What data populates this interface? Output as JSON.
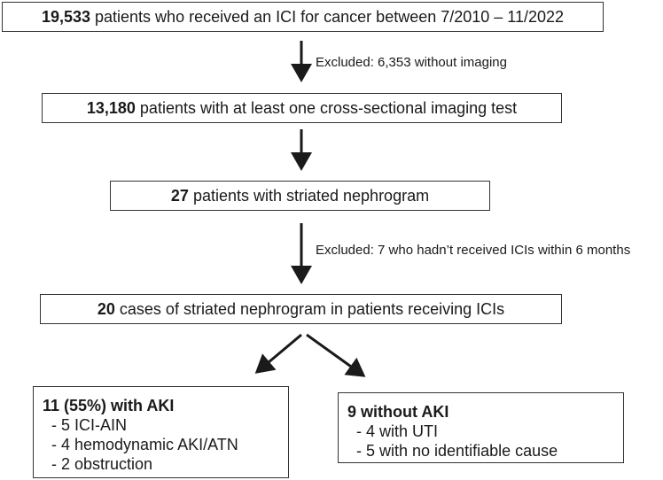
{
  "steps": [
    {
      "count": "19,533",
      "text": " patients who received an ICI for cancer between 7/2010 – 11/2022"
    },
    {
      "count": "13,180",
      "text": " patients with at least one cross-sectional imaging test"
    },
    {
      "count": "27",
      "text": " patients with striated nephrogram"
    },
    {
      "count": "20",
      "text": " cases of striated nephrogram in patients receiving ICIs"
    }
  ],
  "exclusions": [
    {
      "text": "Excluded: 6,353 without imaging"
    },
    {
      "text": "Excluded: 7 who hadn’t received ICIs within 6 months"
    }
  ],
  "outcomes": [
    {
      "title": "11 (55%) with AKI",
      "items": [
        "- 5 ICI-AIN",
        "- 4 hemodynamic AKI/ATN",
        "- 2 obstruction"
      ]
    },
    {
      "title": "9 without AKI",
      "items": [
        "- 4 with UTI",
        "- 5 with no identifiable cause"
      ]
    }
  ]
}
